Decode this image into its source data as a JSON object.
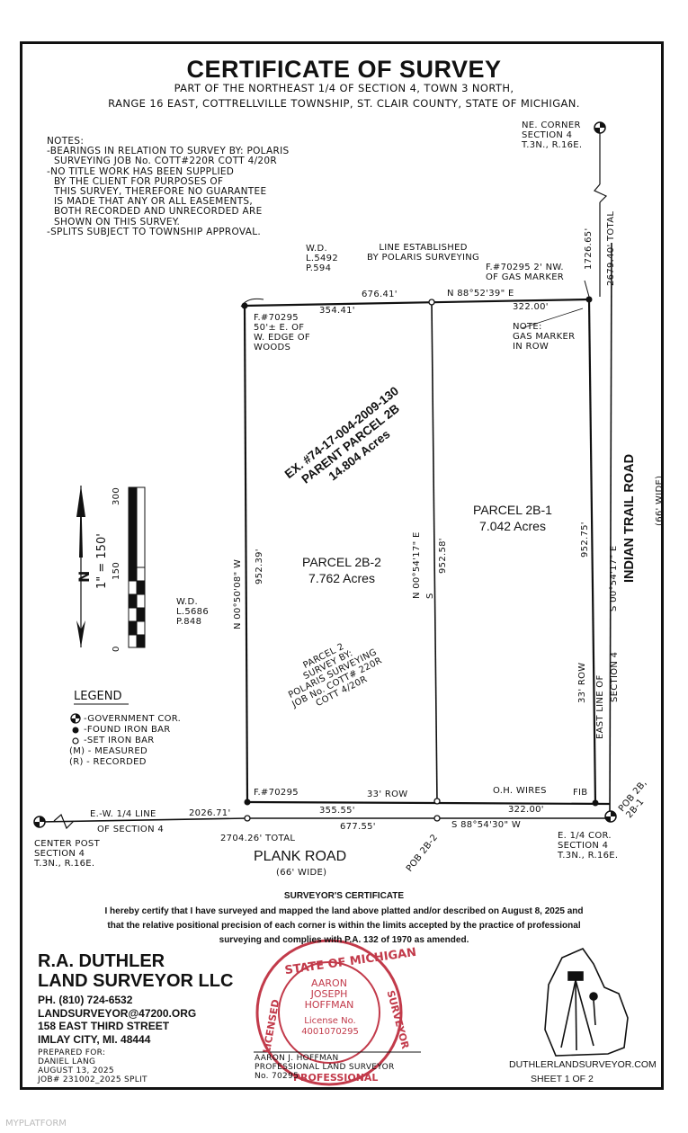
{
  "title": "CERTIFICATE OF SURVEY",
  "subtitle_line1": "PART OF THE NORTHEAST 1/4 OF SECTION 4, TOWN 3 NORTH,",
  "subtitle_line2": "RANGE 16 EAST, COTTRELLVILLE TOWNSHIP, ST. CLAIR COUNTY, STATE OF MICHIGAN.",
  "notes": [
    "NOTES:",
    "-BEARINGS IN RELATION TO SURVEY BY: POLARIS",
    "  SURVEYING JOB No. COTT#220R COTT 4/20R",
    "-NO TITLE WORK HAS BEEN SUPPLIED",
    "  BY THE CLIENT FOR PURPOSES OF",
    "  THIS SURVEY, THEREFORE NO GUARANTEE",
    "  IS MADE THAT ANY OR ALL EASEMENTS,",
    "  BOTH RECORDED AND UNRECORDED ARE",
    "  SHOWN ON THIS SURVEY.",
    "-SPLITS SUBJECT TO TOWNSHIP APPROVAL."
  ],
  "ne_corner": [
    "NE. CORNER",
    "SECTION 4",
    "T.3N., R.16E."
  ],
  "dim_1726": "1726.65'",
  "dim_2679": "2679.40' TOTAL",
  "wd_top": [
    "W.D.",
    "L.5492",
    "P.594"
  ],
  "line_established": [
    "LINE ESTABLISHED",
    "BY POLARIS SURVEYING"
  ],
  "gas_marker_fnum": [
    "F.#70295 2' NW.",
    "OF GAS MARKER"
  ],
  "dim_676": "676.41'",
  "bearing_north": "N 88°52'39\" E",
  "dim_354": "354.41'",
  "dim_322_top": "322.00'",
  "fnum_woods": [
    "F.#70295",
    "50'± E. OF",
    "W. EDGE OF",
    "WOODS"
  ],
  "note_gas": [
    "NOTE:",
    "GAS MARKER",
    "IN ROW"
  ],
  "parent_parcel": [
    "EX. #74-17-004-2009-130",
    "PARENT PARCEL 2B",
    "14.804 Acres"
  ],
  "parcel_2b1": [
    "PARCEL 2B-1",
    "7.042 Acres"
  ],
  "parcel_2b2": [
    "PARCEL 2B-2",
    "7.762 Acres"
  ],
  "indian_trail": "INDIAN TRAIL ROAD",
  "indian_trail_width": "(66' WIDE)",
  "bearing_west": "N 00°50'08\" W",
  "dim_952_39": "952.39'",
  "bearing_mid": "N 00°54'17\" E",
  "bearing_mid_alt": "S",
  "dim_952_58": "952.58'",
  "dim_952_75": "952.75'",
  "bearing_east": "S 00°54'17\" E",
  "row_33_east": "33' ROW",
  "east_line": "EAST LINE OF",
  "section4": "SECTION 4",
  "scale_ticks": [
    "300",
    "150",
    "0"
  ],
  "scale_label": "1\" = 150'",
  "north_letter": "N",
  "wd_left": [
    "W.D.",
    "L.5686",
    "P.848"
  ],
  "parcel2_note": [
    "PARCEL 2",
    "SURVEY BY:",
    "POLARIS SURVEYING",
    "JOB No. COTT# 220R",
    "COTT 4/20R"
  ],
  "legend": {
    "title": "LEGEND",
    "items": [
      "-GOVERNMENT COR.",
      "-FOUND IRON BAR",
      "-SET IRON BAR",
      "(M)  - MEASURED",
      "(R)  - RECORDED"
    ]
  },
  "fnum_bottom": "F.#70295",
  "row_33_bottom": "33' ROW",
  "oh_wires": "O.H. WIRES",
  "fib": "FIB",
  "pob_2b": [
    "POB 2B,",
    "2B-1"
  ],
  "ew_line": [
    "E.-W. 1/4 LINE",
    "OF SECTION 4"
  ],
  "dim_2026": "2026.71'",
  "dim_355": "355.55'",
  "dim_322_bottom": "322.00'",
  "dim_2704": "2704.26' TOTAL",
  "dim_677": "677.55'",
  "bearing_south": "S 88°54'30\" W",
  "pob_2b2": "POB 2B-2",
  "center_post": [
    "CENTER POST",
    "SECTION 4",
    "T.3N., R.16E."
  ],
  "e_quarter": [
    "E. 1/4 COR.",
    "SECTION 4",
    "T.3N., R.16E."
  ],
  "plank_road": "PLANK ROAD",
  "plank_width": "(66' WIDE)",
  "cert_heading": "SURVEYOR'S CERTIFICATE",
  "cert_text": [
    "I hereby certify that I have surveyed and mapped the land above platted and/or described on August 8, 2025 and",
    "that the relative positional precision of each corner is within the limits accepted by the practice of professional",
    "surveying and complies with P.A. 132 of 1970 as amended."
  ],
  "firm_name": [
    "R.A. DUTHLER",
    "LAND SURVEYOR LLC"
  ],
  "firm_info": [
    "PH. (810) 724-6532",
    "LANDSURVEYOR@47200.ORG",
    "158 EAST THIRD STREET",
    "IMLAY CITY, MI. 48444"
  ],
  "prepared": [
    "PREPARED FOR:",
    "DANIEL LANG",
    "AUGUST 13, 2025",
    "JOB# 231002_2025 SPLIT"
  ],
  "seal": {
    "arc_top": "STATE OF MICHIGAN",
    "name": [
      "AARON",
      "JOSEPH",
      "HOFFMAN"
    ],
    "license": [
      "License No.",
      "4001070295"
    ],
    "arc_left": "LICENSED",
    "arc_right": "SURVEYOR",
    "arc_bottom": "PROFESSIONAL"
  },
  "signature_block": [
    "AARON J. HOFFMAN",
    "PROFESSIONAL LAND SURVEYOR",
    "No. 70295"
  ],
  "website": "DUTHLERLANDSURVEYOR.COM",
  "sheet": "SHEET 1 OF 2",
  "watermark": "MYPLATFORM"
}
